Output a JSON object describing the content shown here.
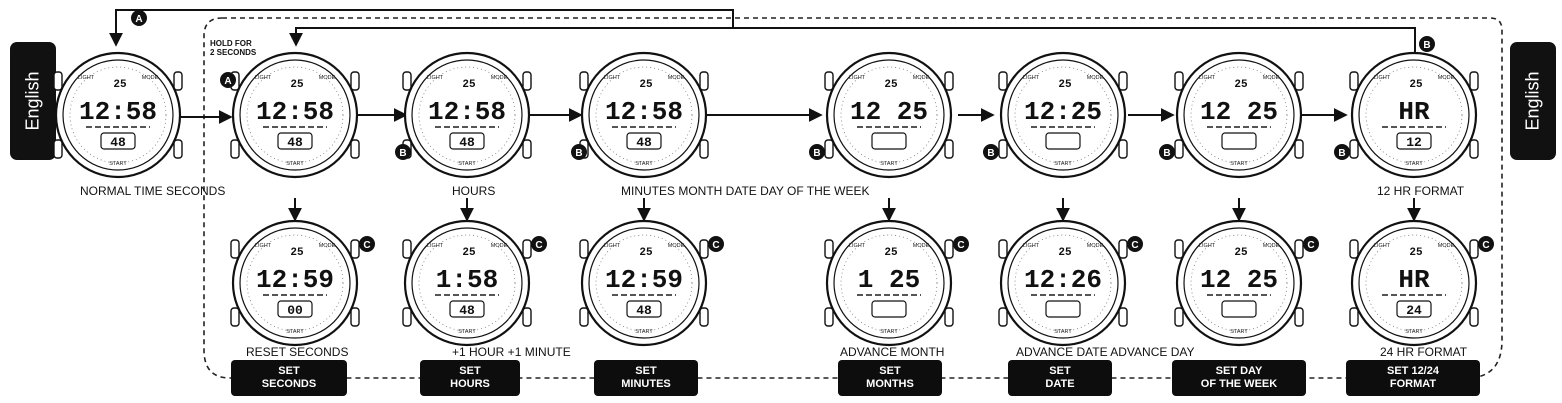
{
  "side_tabs": {
    "left": "English",
    "right": "English"
  },
  "hold_note": {
    "line1": "HOLD FOR",
    "line2": "2 SECONDS"
  },
  "markers": {
    "a": "A",
    "b": "B",
    "c": "C"
  },
  "watch_text": {
    "date_num": "25",
    "mode": "MODE",
    "light": "LIGHT",
    "start": "START"
  },
  "captions": {
    "normal": "NORMAL TIME SECONDS",
    "hours": "HOURS",
    "top_mid": "MINUTES MONTH DATE DAY OF THE WEEK",
    "hr12": "12 HR FORMAT",
    "reset": "RESET SECONDS",
    "plus": "+1 HOUR +1 MINUTE",
    "adv_month": "ADVANCE MONTH",
    "adv_date_day": "ADVANCE DATE ADVANCE DAY",
    "hr24": "24 HR FORMAT"
  },
  "set_labels": [
    {
      "l1": "SET",
      "l2": "SECONDS"
    },
    {
      "l1": "SET",
      "l2": "HOURS"
    },
    {
      "l1": "SET",
      "l2": "MINUTES"
    },
    {
      "l1": "SET",
      "l2": "MONTHS"
    },
    {
      "l1": "SET",
      "l2": "DATE"
    },
    {
      "l1": "SET DAY",
      "l2": "OF THE WEEK"
    },
    {
      "l1": "SET 12/24",
      "l2": "FORMAT"
    }
  ],
  "watches_top": [
    {
      "main": "12:58",
      "sub": "48"
    },
    {
      "main": "12:58",
      "sub": "48"
    },
    {
      "main": "12:58",
      "sub": "48"
    },
    {
      "main": "12:58",
      "sub": "48"
    },
    {
      "main": "12 25",
      "sub": ""
    },
    {
      "main": "12:25",
      "sub": ""
    },
    {
      "main": "12 25",
      "sub": ""
    },
    {
      "main": "HR",
      "sub": "12"
    }
  ],
  "watches_bottom": [
    {
      "main": "12:59",
      "sub": "00"
    },
    {
      "main": "1:58",
      "sub": "48"
    },
    {
      "main": "12:59",
      "sub": "48"
    },
    {
      "main": "1 25",
      "sub": ""
    },
    {
      "main": "12:26",
      "sub": ""
    },
    {
      "main": "12 25",
      "sub": ""
    },
    {
      "main": "HR",
      "sub": "24"
    }
  ]
}
